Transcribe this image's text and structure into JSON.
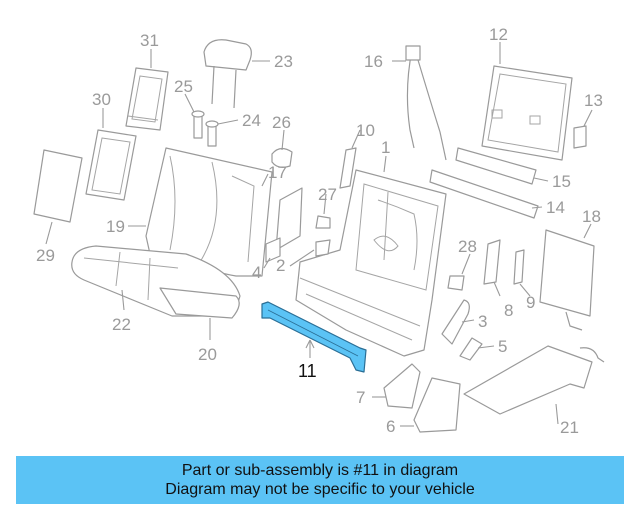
{
  "callouts": [
    {
      "id": "c31",
      "text": "31"
    },
    {
      "id": "c23",
      "text": "23"
    },
    {
      "id": "c16",
      "text": "16"
    },
    {
      "id": "c12",
      "text": "12"
    },
    {
      "id": "c30",
      "text": "30"
    },
    {
      "id": "c25",
      "text": "25"
    },
    {
      "id": "c24",
      "text": "24"
    },
    {
      "id": "c26",
      "text": "26"
    },
    {
      "id": "c10",
      "text": "10"
    },
    {
      "id": "c1",
      "text": "1"
    },
    {
      "id": "c13",
      "text": "13"
    },
    {
      "id": "c17",
      "text": "17"
    },
    {
      "id": "c15",
      "text": "15"
    },
    {
      "id": "c27",
      "text": "27"
    },
    {
      "id": "c14",
      "text": "14"
    },
    {
      "id": "c19",
      "text": "19"
    },
    {
      "id": "c18",
      "text": "18"
    },
    {
      "id": "c29",
      "text": "29"
    },
    {
      "id": "c2",
      "text": "2"
    },
    {
      "id": "c28",
      "text": "28"
    },
    {
      "id": "c4",
      "text": "4"
    },
    {
      "id": "c8",
      "text": "8"
    },
    {
      "id": "c9",
      "text": "9"
    },
    {
      "id": "c22",
      "text": "22"
    },
    {
      "id": "c3",
      "text": "3"
    },
    {
      "id": "c20",
      "text": "20"
    },
    {
      "id": "c5",
      "text": "5"
    },
    {
      "id": "c11",
      "text": "11"
    },
    {
      "id": "c7",
      "text": "7"
    },
    {
      "id": "c21",
      "text": "21"
    },
    {
      "id": "c6",
      "text": "6"
    }
  ],
  "highlight": {
    "part": "11",
    "color": "#5bc3f5"
  },
  "banner": {
    "line1": "Part or sub-assembly is #11 in diagram",
    "line2": "Diagram may not be specific to your vehicle",
    "color": "#5bc3f5"
  }
}
